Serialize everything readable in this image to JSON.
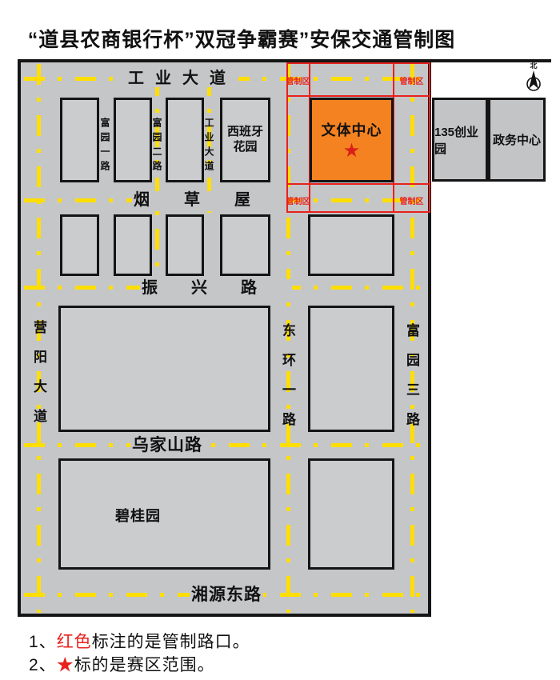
{
  "title": "“道县农商银行杯”双冠争霸赛”安保交通管制图",
  "compass": {
    "label": "北"
  },
  "roads": {
    "industry_avenue": "工业大道",
    "yancaowu": "烟草屋",
    "zhenxing": "振兴路",
    "wujiashan": "乌家山路",
    "xiangyuan_east": "湘源东路",
    "yingyang_avenue": "营阳大道",
    "fuyuan_1": "富园一路",
    "fuyuan_2": "富园二路",
    "industry_avenue_v": "工业大道",
    "donghuan_1": "东环一路",
    "fuyuan_3": "富园三路"
  },
  "blocks": {
    "spain_garden_l1": "西班牙",
    "spain_garden_l2": "花园",
    "sports_center": "文体中心",
    "sports_center_star": "★",
    "biguiyuan": "碧桂园",
    "chuangye_135": "135创业园",
    "zhengwu": "政务中心"
  },
  "control_zone": {
    "label": "管制区"
  },
  "legend": {
    "line1_prefix": "1、",
    "line1_red": "红色",
    "line1_rest": "标注的是管制路口。",
    "line2_prefix": "2、",
    "line2_red": "★",
    "line2_rest": "标的是赛区范围。"
  },
  "colors": {
    "control_red": "#e8211d",
    "venue_orange": "#f58220",
    "road_yellow": "#ffde00",
    "map_gray": "#c5c6c8"
  }
}
